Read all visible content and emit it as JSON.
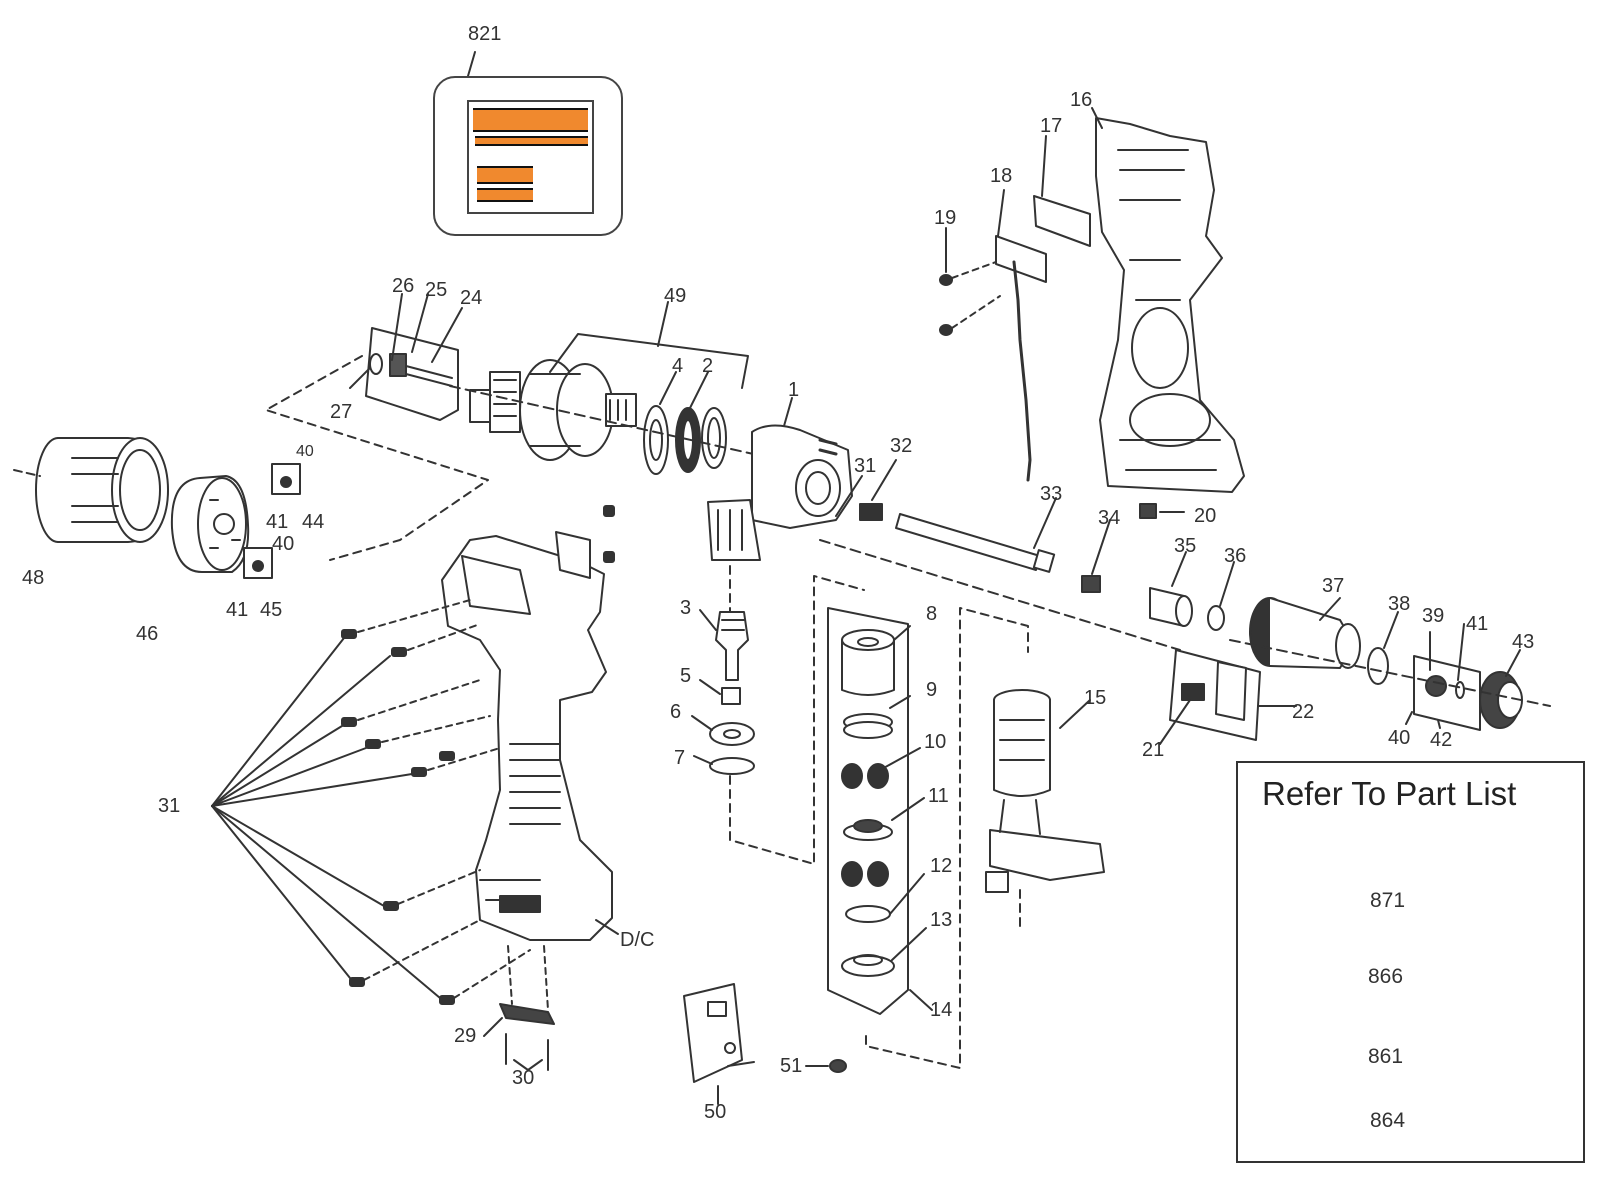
{
  "labels": {
    "l821": "821",
    "l26": "26",
    "l25": "25",
    "l24": "24",
    "l27": "27",
    "l49": "49",
    "l4": "4",
    "l2": "2",
    "l1": "1",
    "l16": "16",
    "l17": "17",
    "l18": "18",
    "l19": "19",
    "l40a": "40",
    "l41a": "41",
    "l44": "44",
    "l40b": "40",
    "l41b": "41",
    "l45": "45",
    "l48": "48",
    "l46": "46",
    "l31a": "31",
    "l32": "32",
    "l33": "33",
    "l20": "20",
    "l34": "34",
    "l35": "35",
    "l36": "36",
    "l37": "37",
    "l38": "38",
    "l39": "39",
    "l41c": "41",
    "l43": "43",
    "l40c": "40",
    "l42": "42",
    "l21": "21",
    "l22": "22",
    "l3": "3",
    "l5": "5",
    "l6": "6",
    "l7": "7",
    "l8": "8",
    "l9": "9",
    "l10": "10",
    "l11": "11",
    "l12": "12",
    "l13": "13",
    "l14": "14",
    "l15": "15",
    "l31b": "31",
    "ldc": "D/C",
    "l29": "29",
    "l30": "30",
    "l50": "50",
    "l51": "51"
  },
  "legend": {
    "title": "Refer To Part List",
    "items": [
      "871",
      "866",
      "861",
      "864"
    ]
  },
  "colors": {
    "line": "#333333",
    "orange": "#f0892e"
  }
}
